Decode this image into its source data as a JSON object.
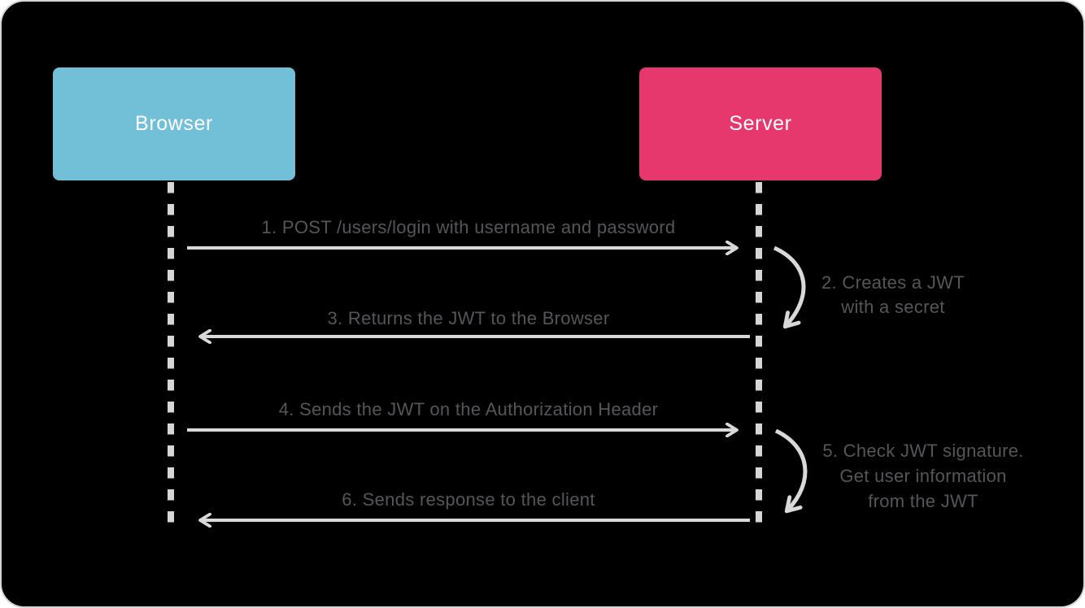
{
  "frame": {
    "background": "#000000",
    "border_color": "#d5d5d5"
  },
  "actors": [
    {
      "id": "browser",
      "label": "Browser",
      "box_color": "#72BFD8",
      "text_color": "#ffffff"
    },
    {
      "id": "server",
      "label": "Server",
      "box_color": "#E7386E",
      "text_color": "#ffffff"
    }
  ],
  "messages": [
    {
      "step": 1,
      "from": "browser",
      "to": "server",
      "direction": "right",
      "text": "1. POST /users/login with username and password"
    },
    {
      "step": 2,
      "type": "self",
      "actor": "server",
      "lines": [
        "2. Creates a JWT",
        "with a secret"
      ]
    },
    {
      "step": 3,
      "from": "server",
      "to": "browser",
      "direction": "left",
      "text": "3. Returns the JWT to the Browser"
    },
    {
      "step": 4,
      "from": "browser",
      "to": "server",
      "direction": "right",
      "text": "4. Sends the JWT on the Authorization Header"
    },
    {
      "step": 5,
      "type": "self",
      "actor": "server",
      "lines": [
        "5. Check JWT signature.",
        "Get user information",
        "from the JWT"
      ]
    },
    {
      "step": 6,
      "from": "server",
      "to": "browser",
      "direction": "left",
      "text": "6. Sends response to the client"
    }
  ],
  "colors": {
    "message_text": "#545659",
    "arrow_line": "#D9D9D9",
    "lifeline_dash": "#D6D6D6"
  }
}
